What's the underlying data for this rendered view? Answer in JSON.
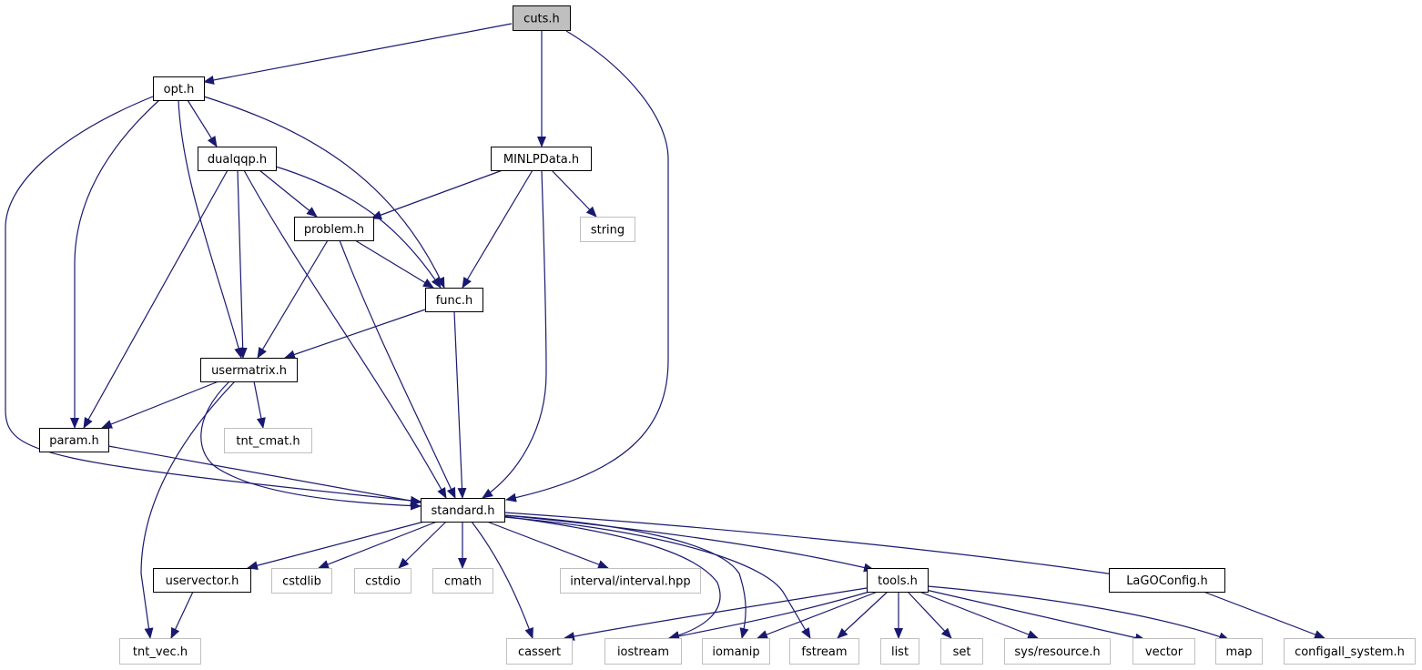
{
  "colors": {
    "edge": "#191970",
    "border_main": "#000000",
    "border_external": "#bfbfbf",
    "fill_root": "#bfbfbf",
    "fill_default": "#ffffff",
    "text": "#000000"
  },
  "nodes": [
    {
      "id": "cuts",
      "label": "cuts.h",
      "kind": "root"
    },
    {
      "id": "opt",
      "label": "opt.h",
      "kind": "main"
    },
    {
      "id": "minlp",
      "label": "MINLPData.h",
      "kind": "main"
    },
    {
      "id": "dualqqp",
      "label": "dualqqp.h",
      "kind": "main"
    },
    {
      "id": "problem",
      "label": "problem.h",
      "kind": "main"
    },
    {
      "id": "string",
      "label": "string",
      "kind": "external"
    },
    {
      "id": "func",
      "label": "func.h",
      "kind": "main"
    },
    {
      "id": "usermatrix",
      "label": "usermatrix.h",
      "kind": "main"
    },
    {
      "id": "param",
      "label": "param.h",
      "kind": "main"
    },
    {
      "id": "tntcmat",
      "label": "tnt_cmat.h",
      "kind": "external"
    },
    {
      "id": "standard",
      "label": "standard.h",
      "kind": "main"
    },
    {
      "id": "uservector",
      "label": "uservector.h",
      "kind": "main"
    },
    {
      "id": "cstdlib",
      "label": "cstdlib",
      "kind": "external"
    },
    {
      "id": "cstdio",
      "label": "cstdio",
      "kind": "external"
    },
    {
      "id": "cmath",
      "label": "cmath",
      "kind": "external"
    },
    {
      "id": "interval",
      "label": "interval/interval.hpp",
      "kind": "external"
    },
    {
      "id": "tools",
      "label": "tools.h",
      "kind": "main"
    },
    {
      "id": "lago",
      "label": "LaGOConfig.h",
      "kind": "main"
    },
    {
      "id": "tntvec",
      "label": "tnt_vec.h",
      "kind": "external"
    },
    {
      "id": "cassert",
      "label": "cassert",
      "kind": "external"
    },
    {
      "id": "iostream",
      "label": "iostream",
      "kind": "external"
    },
    {
      "id": "iomanip",
      "label": "iomanip",
      "kind": "external"
    },
    {
      "id": "fstream",
      "label": "fstream",
      "kind": "external"
    },
    {
      "id": "list",
      "label": "list",
      "kind": "external"
    },
    {
      "id": "set",
      "label": "set",
      "kind": "external"
    },
    {
      "id": "sysres",
      "label": "sys/resource.h",
      "kind": "external"
    },
    {
      "id": "vector",
      "label": "vector",
      "kind": "external"
    },
    {
      "id": "map",
      "label": "map",
      "kind": "external"
    },
    {
      "id": "configall",
      "label": "configall_system.h",
      "kind": "external"
    }
  ],
  "edges": [
    {
      "from": "cuts",
      "to": "opt"
    },
    {
      "from": "cuts",
      "to": "minlp"
    },
    {
      "from": "cuts",
      "to": "standard"
    },
    {
      "from": "opt",
      "to": "dualqqp"
    },
    {
      "from": "opt",
      "to": "func"
    },
    {
      "from": "opt",
      "to": "usermatrix"
    },
    {
      "from": "opt",
      "to": "param"
    },
    {
      "from": "opt",
      "to": "standard"
    },
    {
      "from": "minlp",
      "to": "problem"
    },
    {
      "from": "minlp",
      "to": "string"
    },
    {
      "from": "minlp",
      "to": "func"
    },
    {
      "from": "minlp",
      "to": "standard"
    },
    {
      "from": "dualqqp",
      "to": "problem"
    },
    {
      "from": "dualqqp",
      "to": "func"
    },
    {
      "from": "dualqqp",
      "to": "usermatrix"
    },
    {
      "from": "dualqqp",
      "to": "param"
    },
    {
      "from": "dualqqp",
      "to": "standard"
    },
    {
      "from": "problem",
      "to": "func"
    },
    {
      "from": "problem",
      "to": "usermatrix"
    },
    {
      "from": "problem",
      "to": "standard"
    },
    {
      "from": "func",
      "to": "usermatrix"
    },
    {
      "from": "func",
      "to": "standard"
    },
    {
      "from": "usermatrix",
      "to": "param"
    },
    {
      "from": "usermatrix",
      "to": "tntcmat"
    },
    {
      "from": "usermatrix",
      "to": "standard"
    },
    {
      "from": "usermatrix",
      "to": "tntvec"
    },
    {
      "from": "param",
      "to": "standard"
    },
    {
      "from": "standard",
      "to": "uservector"
    },
    {
      "from": "standard",
      "to": "cstdlib"
    },
    {
      "from": "standard",
      "to": "cstdio"
    },
    {
      "from": "standard",
      "to": "cmath"
    },
    {
      "from": "standard",
      "to": "interval"
    },
    {
      "from": "standard",
      "to": "tools"
    },
    {
      "from": "standard",
      "to": "lago"
    },
    {
      "from": "standard",
      "to": "cassert"
    },
    {
      "from": "standard",
      "to": "iostream"
    },
    {
      "from": "standard",
      "to": "iomanip"
    },
    {
      "from": "standard",
      "to": "fstream"
    },
    {
      "from": "uservector",
      "to": "tntvec"
    },
    {
      "from": "tools",
      "to": "cassert"
    },
    {
      "from": "tools",
      "to": "iostream"
    },
    {
      "from": "tools",
      "to": "iomanip"
    },
    {
      "from": "tools",
      "to": "fstream"
    },
    {
      "from": "tools",
      "to": "list"
    },
    {
      "from": "tools",
      "to": "set"
    },
    {
      "from": "tools",
      "to": "sysres"
    },
    {
      "from": "tools",
      "to": "vector"
    },
    {
      "from": "tools",
      "to": "map"
    },
    {
      "from": "lago",
      "to": "configall"
    }
  ]
}
